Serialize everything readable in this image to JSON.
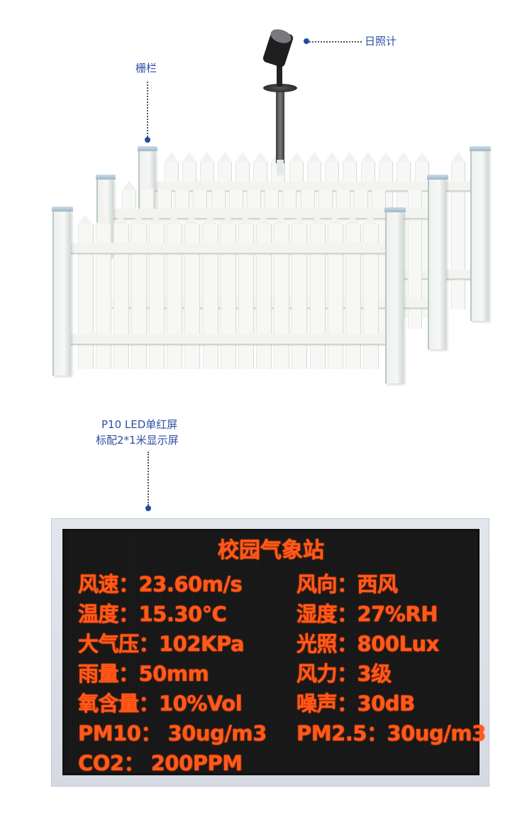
{
  "labels": {
    "pyranometer": "日照计",
    "fence": "栅栏",
    "display_line1": "P10  LED单红屏",
    "display_line2": "标配2*1米显示屏"
  },
  "colors": {
    "label_blue": "#2f4fa3",
    "dot_blue": "#1f4e9c",
    "led_red": "#ff5a1a",
    "led_bg": "#161616",
    "frame": "#dde2e9"
  },
  "led_display": {
    "title": "校园气象站",
    "rows": [
      {
        "left": "风速：23.60m/s",
        "right": "风向：西风"
      },
      {
        "left": "温度：15.30℃",
        "right": "湿度：27%RH"
      },
      {
        "left": "大气压：102KPa",
        "right": "光照：800Lux"
      },
      {
        "left": "雨量：50mm",
        "right": "风力：3级"
      },
      {
        "left": "氧含量：10%Vol",
        "right": "噪声：30dB"
      },
      {
        "left": "PM10： 30ug/m3",
        "right": "PM2.5：30ug/m3"
      },
      {
        "left": "CO2：  200PPM",
        "right": ""
      }
    ]
  }
}
